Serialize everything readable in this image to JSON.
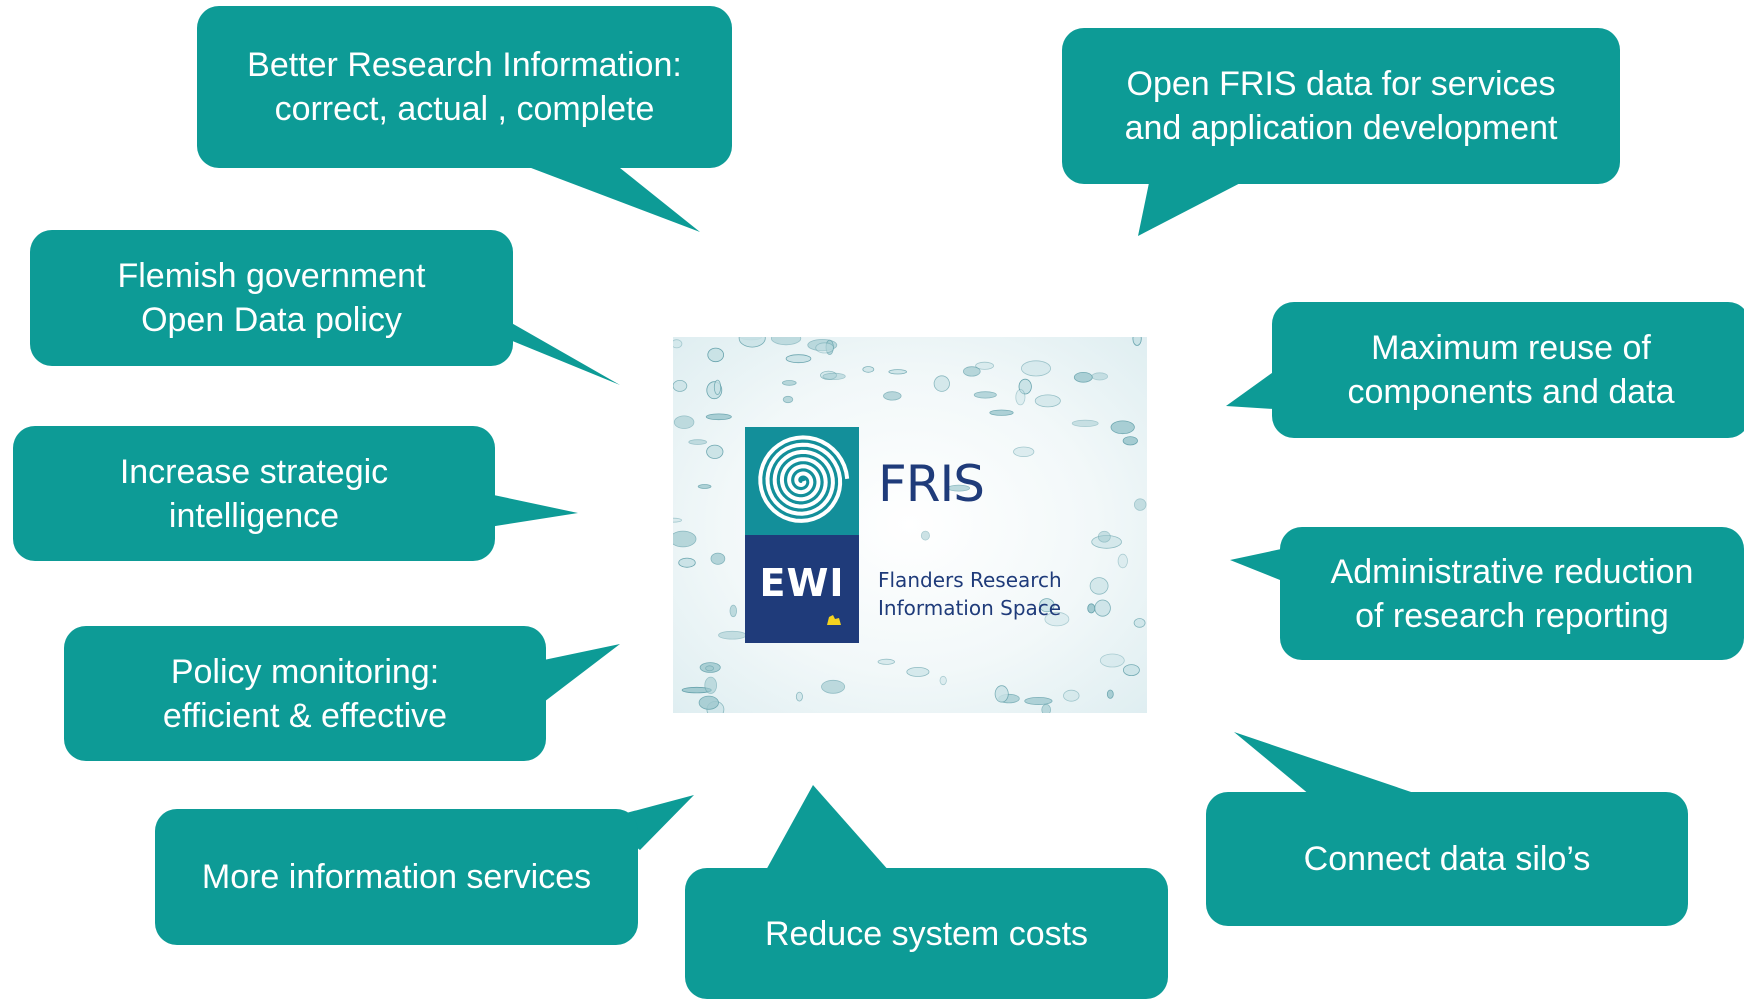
{
  "colors": {
    "callout_fill": "#0d9b96",
    "callout_text": "#ffffff",
    "fris_teal": "#138f9a",
    "ewi_navy": "#1f3b7a"
  },
  "callouts": [
    {
      "name": "callout-better-research-information",
      "lines": [
        "Better Research Information:",
        "correct, actual , complete"
      ]
    },
    {
      "name": "callout-open-fris-data",
      "lines": [
        "Open FRIS data for services",
        "and application development"
      ]
    },
    {
      "name": "callout-flemish-open-data-policy",
      "lines": [
        "Flemish government",
        "Open Data policy"
      ]
    },
    {
      "name": "callout-maximum-reuse",
      "lines": [
        "Maximum reuse of",
        "components and data"
      ]
    },
    {
      "name": "callout-strategic-intelligence",
      "lines": [
        "Increase strategic",
        "intelligence"
      ]
    },
    {
      "name": "callout-administrative-reduction",
      "lines": [
        "Administrative reduction",
        "of research reporting"
      ]
    },
    {
      "name": "callout-policy-monitoring",
      "lines": [
        "Policy monitoring:",
        "efficient & effective"
      ]
    },
    {
      "name": "callout-more-information-services",
      "lines": [
        "More information services"
      ]
    },
    {
      "name": "callout-reduce-system-costs",
      "lines": [
        "Reduce system costs"
      ]
    },
    {
      "name": "callout-connect-data-silos",
      "lines": [
        "Connect data silo’s"
      ]
    }
  ],
  "logo": {
    "icon": "spiral-icon",
    "wordmark": "FRIS",
    "ewi_icon": "ewi-logo-icon",
    "lion_icon": "flemish-lion-icon",
    "tagline": [
      "Flanders Research",
      "Information Space"
    ]
  }
}
